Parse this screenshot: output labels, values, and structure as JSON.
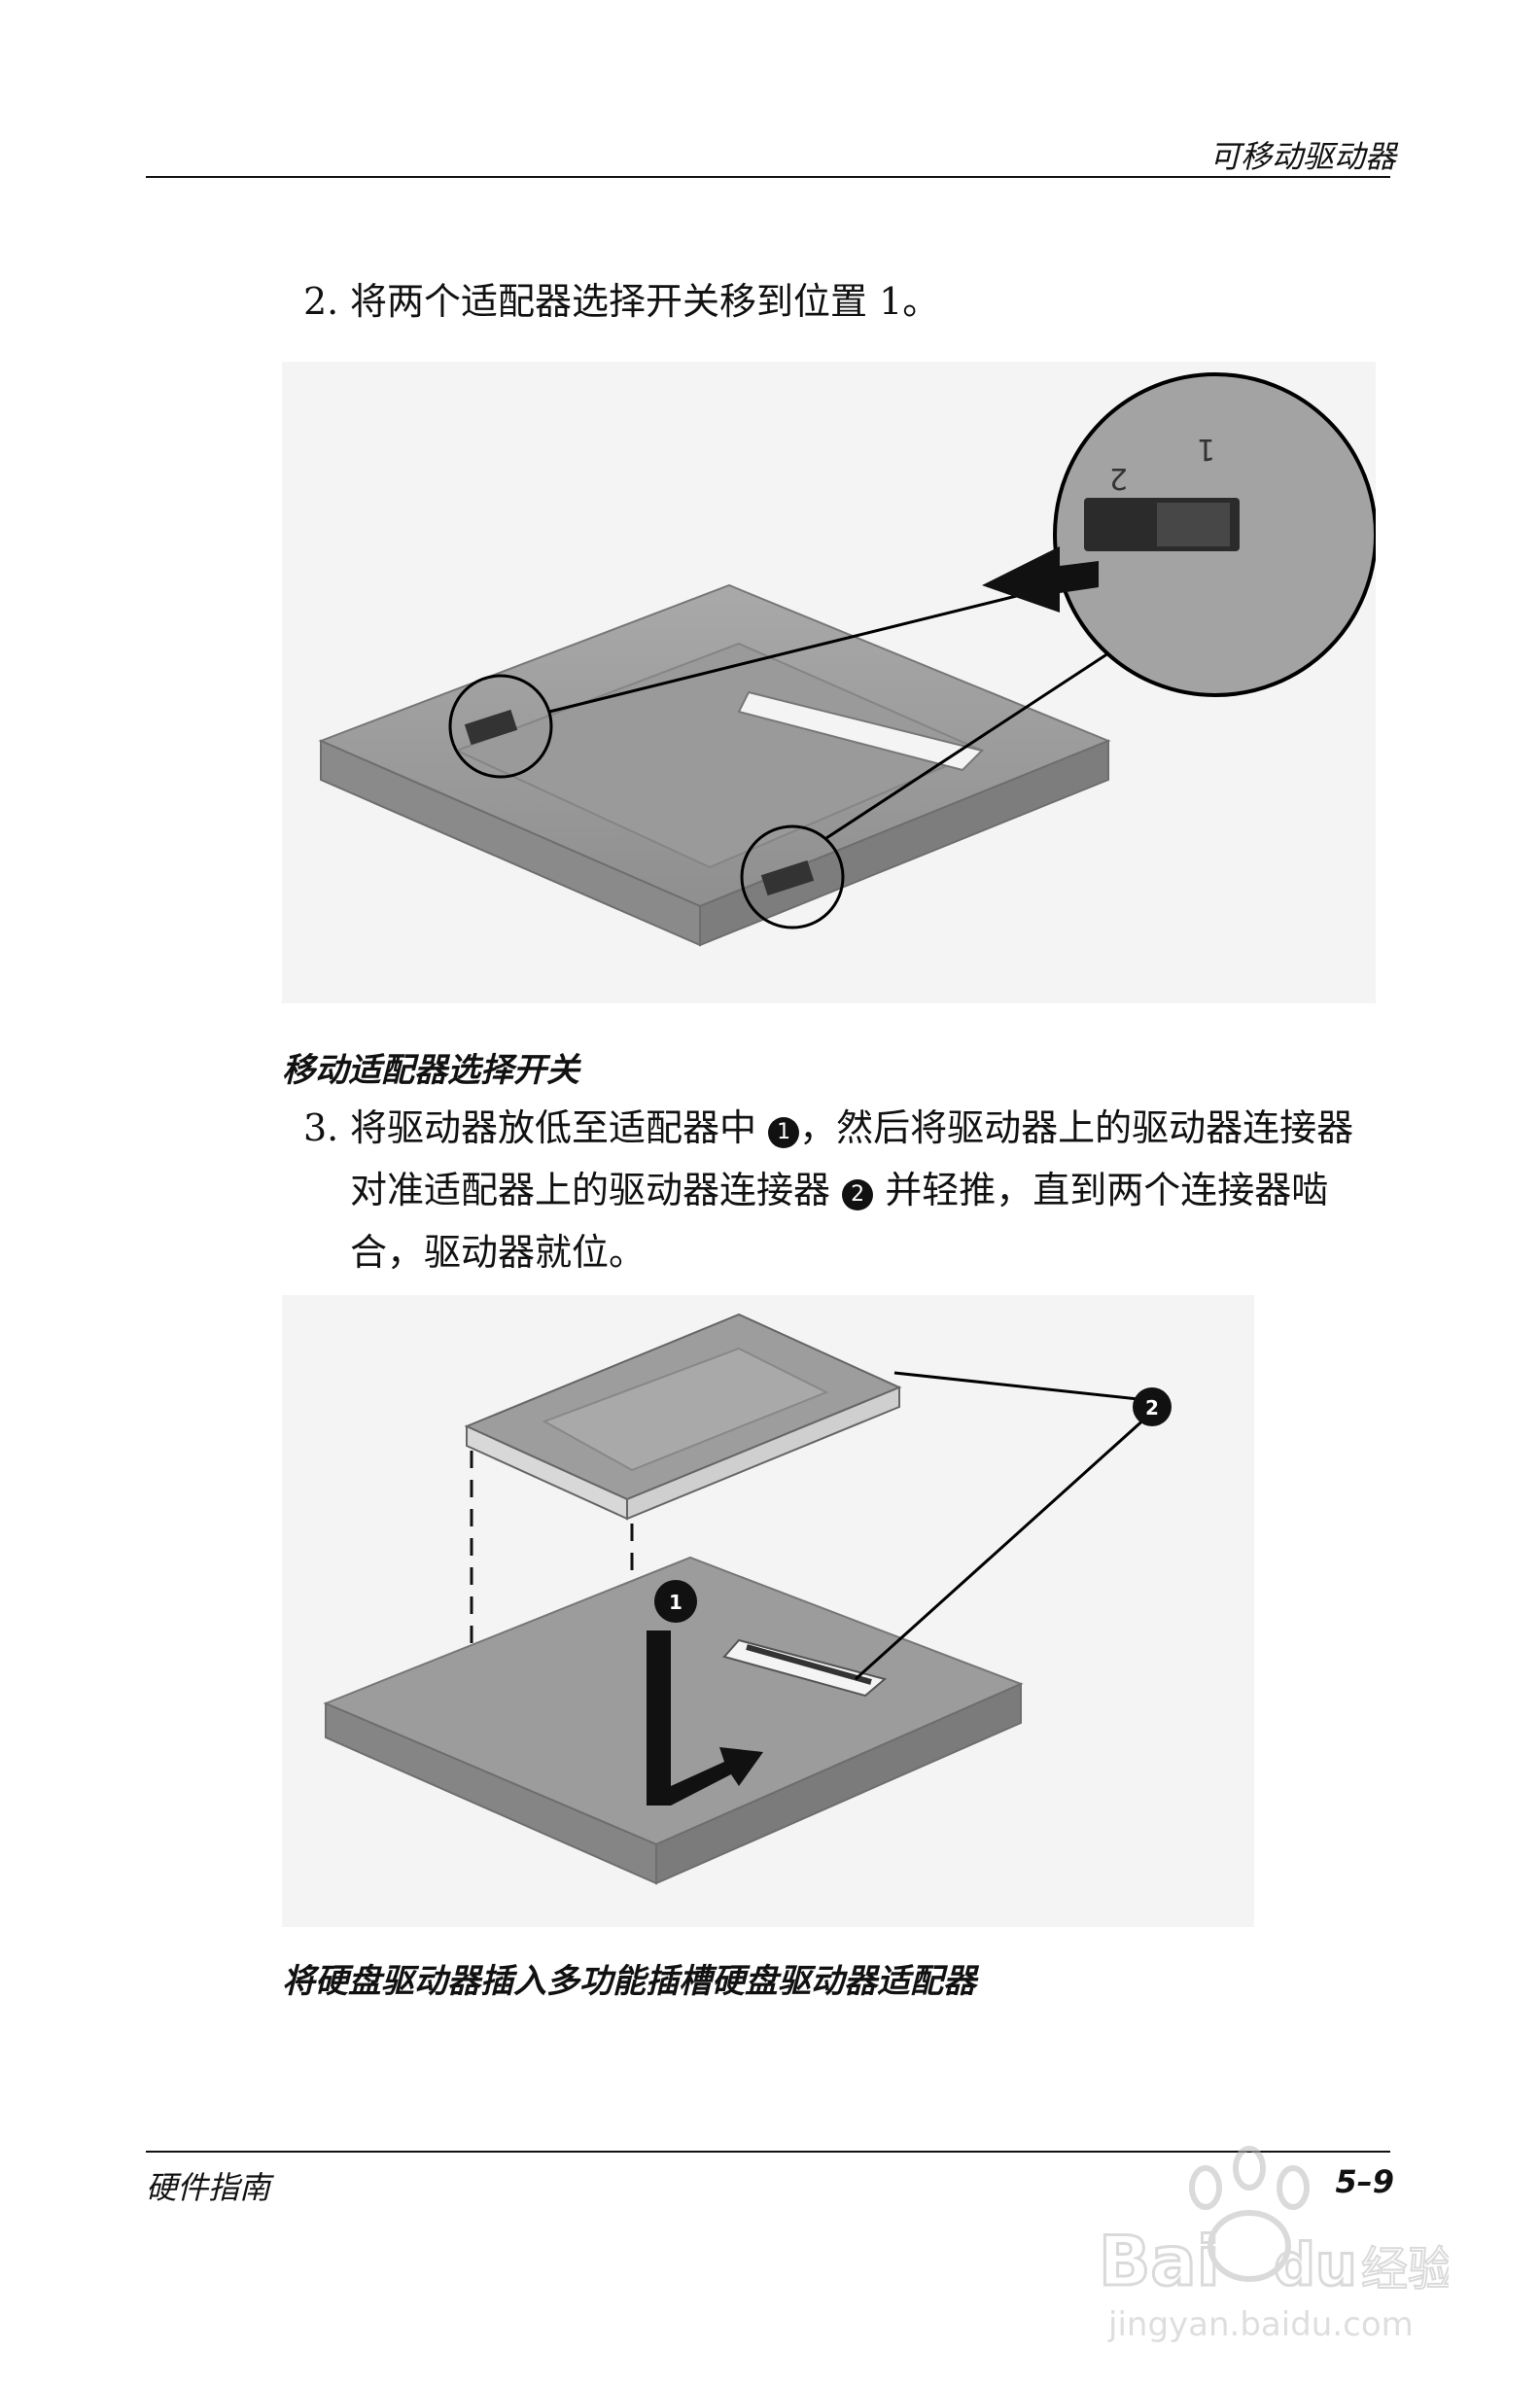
{
  "header": {
    "title": "可移动驱动器"
  },
  "steps": [
    {
      "number": "2.",
      "text": "将两个适配器选择开关移到位置 1。"
    },
    {
      "number": "3.",
      "text_a": "将驱动器放低至适配器中",
      "marker1": "1",
      "text_b": "，然后将驱动器上的驱动器连接器对准适配器上的驱动器连接器",
      "marker2": "2",
      "text_c": "并轻推，直到两个连接器啮合，驱动器就位。"
    }
  ],
  "figure1": {
    "caption": "移动适配器选择开关",
    "switch_labels": [
      "2",
      "1"
    ]
  },
  "figure2": {
    "caption": "将硬盘驱动器插入多功能插槽硬盘驱动器适配器",
    "callouts": [
      "1",
      "2"
    ]
  },
  "footer": {
    "left": "硬件指南",
    "right": "5–9"
  },
  "watermark": {
    "brand": "Bai du 经验",
    "url": "jingyan.baidu.com"
  }
}
